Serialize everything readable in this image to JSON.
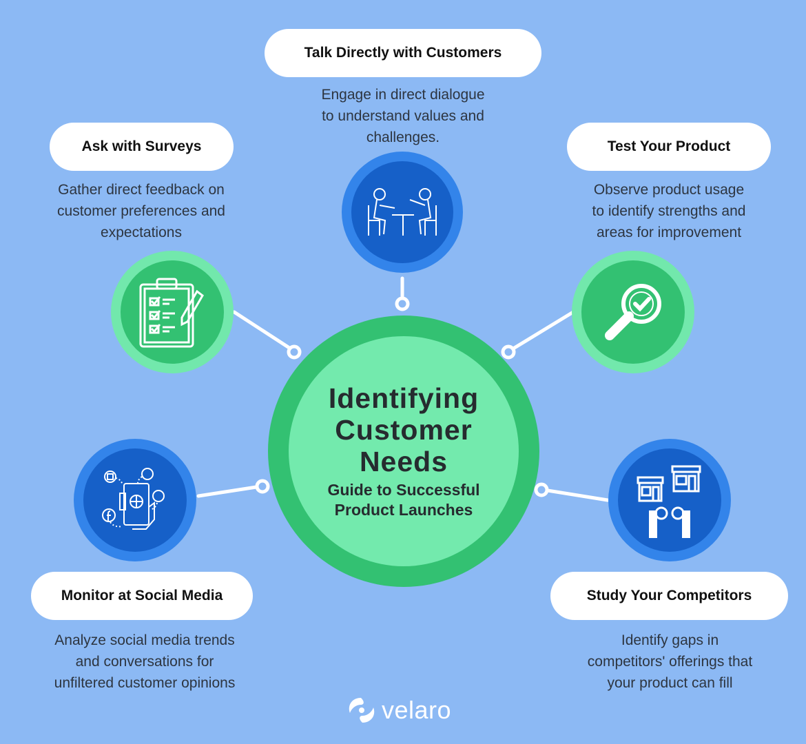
{
  "center": {
    "title_lines": [
      "Identifying",
      "Customer",
      "Needs"
    ],
    "subtitle_lines": [
      "Guide to Successful",
      "Product Launches"
    ]
  },
  "items": [
    {
      "title": "Talk Directly with Customers",
      "description_lines": [
        "Engage in direct dialogue",
        "to understand values and",
        "challenges."
      ],
      "icon": "meeting-icon",
      "color": "blue"
    },
    {
      "title": "Ask with Surveys",
      "description_lines": [
        "Gather direct feedback on",
        "customer preferences and",
        "expectations"
      ],
      "icon": "clipboard-checklist-icon",
      "color": "green"
    },
    {
      "title": "Test Your Product",
      "description_lines": [
        "Observe product usage",
        "to identify strengths and",
        "areas for improvement"
      ],
      "icon": "magnifier-check-icon",
      "color": "green"
    },
    {
      "title": "Monitor at Social Media",
      "description_lines": [
        "Analyze social media trends",
        "and conversations for",
        "unfiltered customer opinions"
      ],
      "icon": "social-media-phone-icon",
      "color": "blue"
    },
    {
      "title": "Study Your Competitors",
      "description_lines": [
        "Identify gaps in",
        "competitors' offerings that",
        "your product can fill"
      ],
      "icon": "stores-binoculars-icon",
      "color": "blue"
    }
  ],
  "colors": {
    "background": "#8cb9f4",
    "green_outer": "#72e8ac",
    "green_inner": "#33c172",
    "blue_outer": "#3384ea",
    "blue_inner": "#1660c8"
  },
  "logo": {
    "text": "velaro"
  }
}
